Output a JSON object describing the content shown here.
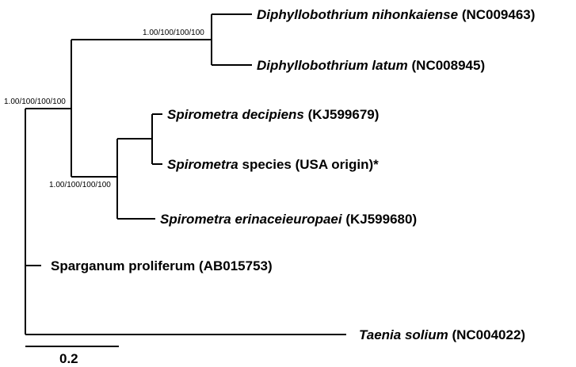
{
  "tree": {
    "taxa": [
      {
        "id": "d-nihonkaiense",
        "name": "Diphyllobothrium nihonkaiense",
        "name_italic": true,
        "suffix": "(NC009463)"
      },
      {
        "id": "d-latum",
        "name": "Diphyllobothrium latum",
        "name_italic": true,
        "suffix": "(NC008945)"
      },
      {
        "id": "s-decipiens",
        "name": "Spirometra decipiens",
        "name_italic": true,
        "suffix": "(KJ599679)"
      },
      {
        "id": "s-species",
        "name": "Spirometra",
        "name_italic": true,
        "suffix": "species (USA origin)*"
      },
      {
        "id": "s-erinaceieuropaei",
        "name": "Spirometra erinaceieuropaei",
        "name_italic": true,
        "suffix": "(KJ599680)"
      },
      {
        "id": "s-proliferum",
        "name": "Sparganum proliferum",
        "name_italic": false,
        "suffix": "(AB015753)"
      },
      {
        "id": "t-solium",
        "name": "Taenia solium",
        "name_italic": true,
        "suffix": "(NC004022)"
      }
    ],
    "support_values": {
      "diphyllobothrium_node": "1.00/100/100/100",
      "root_inner_node": "1.00/100/100/100",
      "spirometra_node": "1.00/100/100/100"
    },
    "scale_bar": {
      "label": "0.2",
      "length": 0.2
    }
  }
}
